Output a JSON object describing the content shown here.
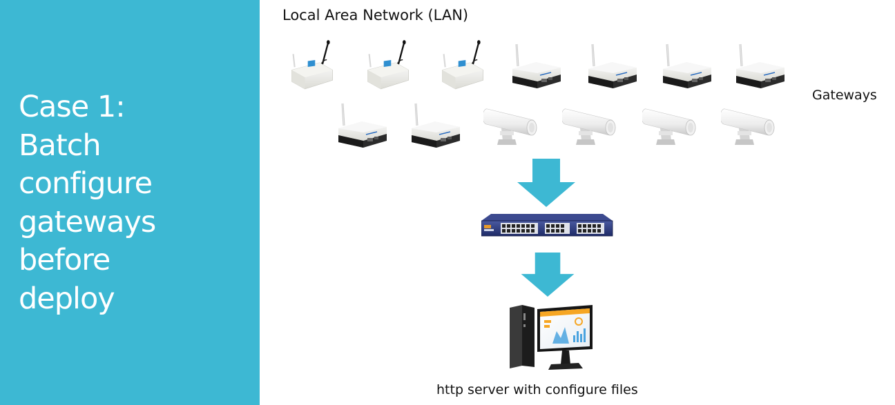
{
  "sidebar": {
    "title_lines": [
      "Case 1:",
      "Batch",
      "configure",
      "gateways",
      "before",
      "deploy"
    ],
    "background_color": "#3db8d3"
  },
  "diagram": {
    "network_label": "Local Area Network (LAN)",
    "gateways_label": "Gateways",
    "server_label": "http server with configure files",
    "arrow_color": "#3db8d3",
    "gateway_rows": [
      [
        "white-gateway-antenna",
        "white-gateway-antenna",
        "white-gateway-antenna",
        "router-gateway",
        "router-gateway",
        "router-gateway",
        "router-gateway"
      ],
      [
        "router-gateway",
        "router-gateway",
        "outdoor-gateway",
        "outdoor-gateway",
        "outdoor-gateway",
        "outdoor-gateway"
      ]
    ],
    "switch_icon": "network-switch",
    "computer_icon": "desktop-computer"
  }
}
